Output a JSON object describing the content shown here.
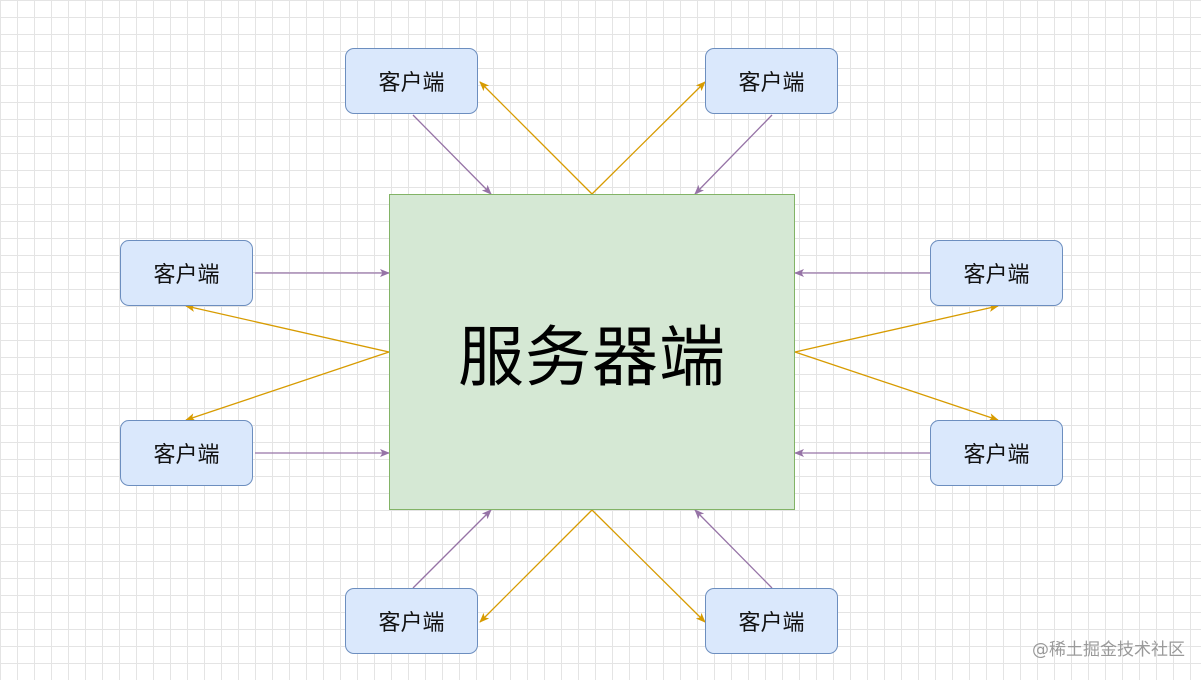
{
  "diagram": {
    "server_label": "服务器端",
    "client_label": "客户端",
    "clients": [
      {
        "label": "客户端"
      },
      {
        "label": "客户端"
      },
      {
        "label": "客户端"
      },
      {
        "label": "客户端"
      },
      {
        "label": "客户端"
      },
      {
        "label": "客户端"
      },
      {
        "label": "客户端"
      },
      {
        "label": "客户端"
      }
    ],
    "colors": {
      "request_arrow": "#9673a6",
      "response_arrow": "#d79b00",
      "server_fill": "#d5e8d4",
      "server_border": "#82b366",
      "client_fill": "#dae8fc",
      "client_border": "#6c8ebf"
    }
  },
  "watermark": "@稀土掘金技术社区"
}
